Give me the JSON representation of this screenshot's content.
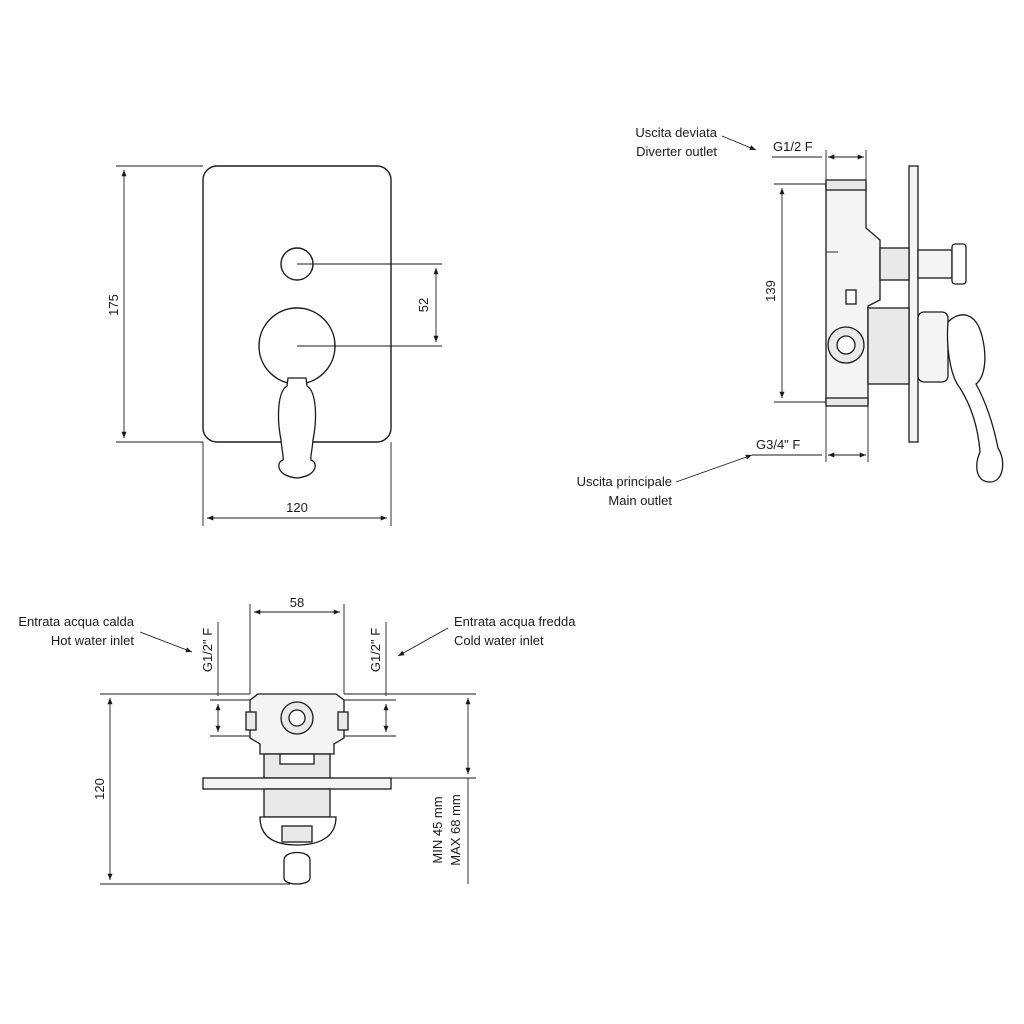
{
  "front_view": {
    "height_dim": "175",
    "spacing_dim": "52",
    "width_dim": "120"
  },
  "side_view": {
    "diverter_outlet_it": "Uscita deviata",
    "diverter_outlet_en": "Diverter outlet",
    "diverter_thread": "G1/2 F",
    "body_height_dim": "139",
    "main_thread": "G3/4\" F",
    "main_outlet_it": "Uscita principale",
    "main_outlet_en": "Main outlet"
  },
  "top_view": {
    "width_dim": "58",
    "hot_inlet_it": "Entrata acqua calda",
    "hot_inlet_en": "Hot water inlet",
    "hot_thread": "G1/2\" F",
    "cold_inlet_it": "Entrata acqua fredda",
    "cold_inlet_en": "Cold water inlet",
    "cold_thread": "G1/2\" F",
    "depth_dim": "120",
    "min_depth": "MIN 45 mm",
    "max_depth": "MAX 68 mm"
  }
}
